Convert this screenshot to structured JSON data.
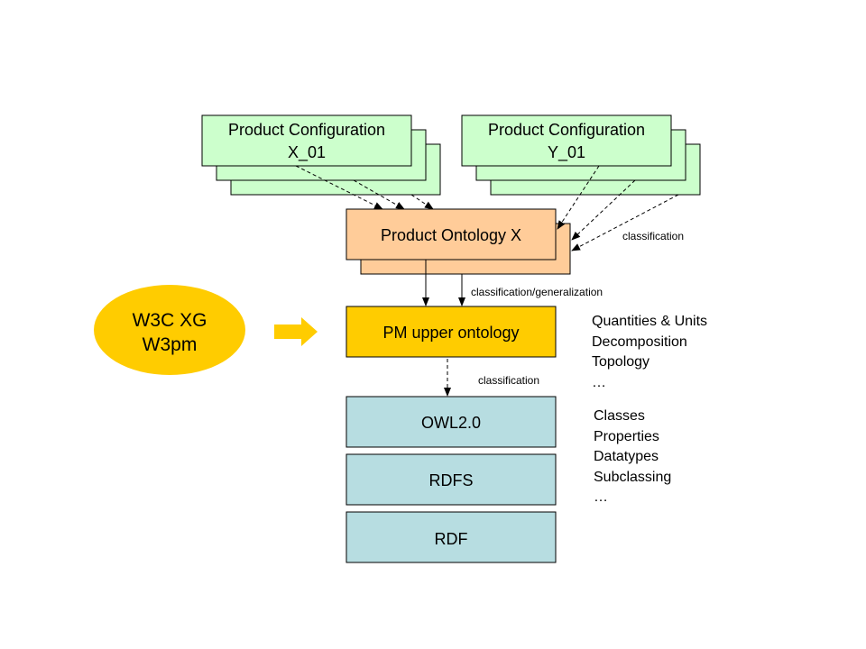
{
  "config_x": {
    "line1": "Product Configuration",
    "line2": "X_01",
    "fill": "#ccffcc"
  },
  "config_y": {
    "line1": "Product Configuration",
    "line2": "Y_01",
    "fill": "#ccffcc"
  },
  "ontology_x": {
    "label": "Product Ontology X",
    "fill": "#ffcc99"
  },
  "upper": {
    "label": "PM upper ontology",
    "fill": "#ffcc00"
  },
  "stack": [
    {
      "label": "OWL2.0",
      "fill": "#b7dde1"
    },
    {
      "label": "RDFS",
      "fill": "#b7dde1"
    },
    {
      "label": "RDF",
      "fill": "#b7dde1"
    }
  ],
  "bubble": {
    "line1": "W3C XG",
    "line2": "W3pm",
    "fill": "#ffcc00"
  },
  "edges": {
    "classification_right": "classification",
    "classification_generalization": "classification/generalization",
    "classification_lower": "classification"
  },
  "upper_notes": [
    "Quantities & Units",
    "Decomposition",
    "Topology",
    "…"
  ],
  "owl_notes": [
    "Classes",
    "Properties",
    "Datatypes",
    "Subclassing",
    "…"
  ]
}
